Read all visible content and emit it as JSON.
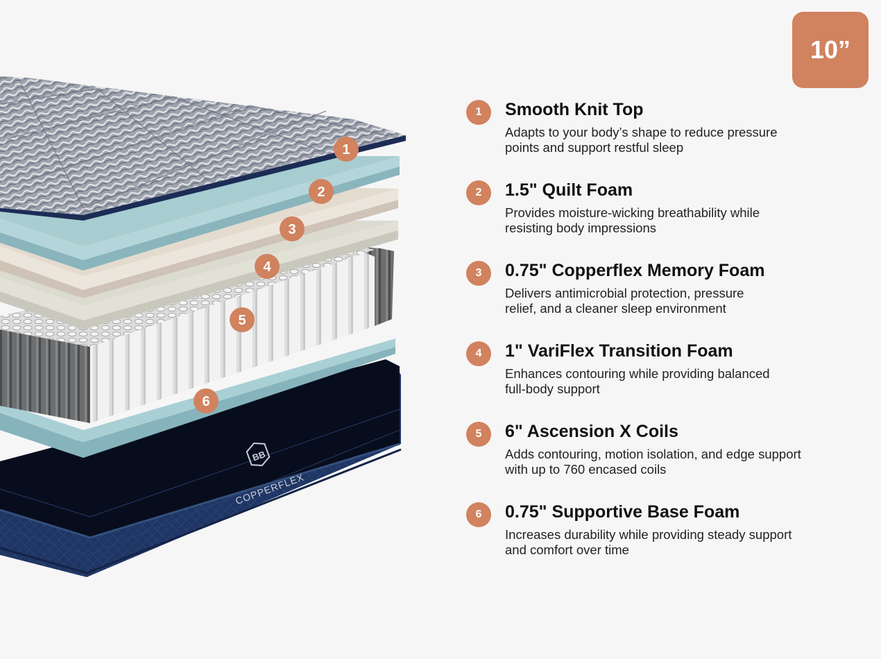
{
  "badge": {
    "label": "10”"
  },
  "brand": {
    "emblem": "BB",
    "name": "COPPERFLEX"
  },
  "colors": {
    "accent": "#d1825e",
    "background": "#f6f6f6",
    "base_navy": "#1f3563",
    "gel_foam": "#a7cdd0",
    "cream_foam": "#e9e2d8",
    "transition_foam": "#dcdbd0"
  },
  "layers": [
    {
      "number": "1",
      "title": "Smooth Knit Top",
      "description": [
        "Adapts to your body’s shape to reduce pressure",
        "points and support restful sleep"
      ]
    },
    {
      "number": "2",
      "title": "1.5\" Quilt Foam",
      "description": [
        "Provides moisture-wicking breathability while",
        "resisting body impressions"
      ]
    },
    {
      "number": "3",
      "title": "0.75\" Copperflex Memory Foam",
      "description": [
        "Delivers antimicrobial protection, pressure",
        "relief, and a cleaner sleep environment"
      ]
    },
    {
      "number": "4",
      "title": "1\" VariFlex Transition Foam",
      "description": [
        "Enhances contouring while providing balanced",
        "full-body support"
      ]
    },
    {
      "number": "5",
      "title": "6\" Ascension X Coils",
      "description": [
        "Adds contouring, motion isolation, and edge support",
        "with up to 760 encased coils"
      ]
    },
    {
      "number": "6",
      "title": "0.75\" Supportive Base Foam",
      "description": [
        "Increases durability while providing steady support",
        "and comfort over time"
      ]
    }
  ]
}
